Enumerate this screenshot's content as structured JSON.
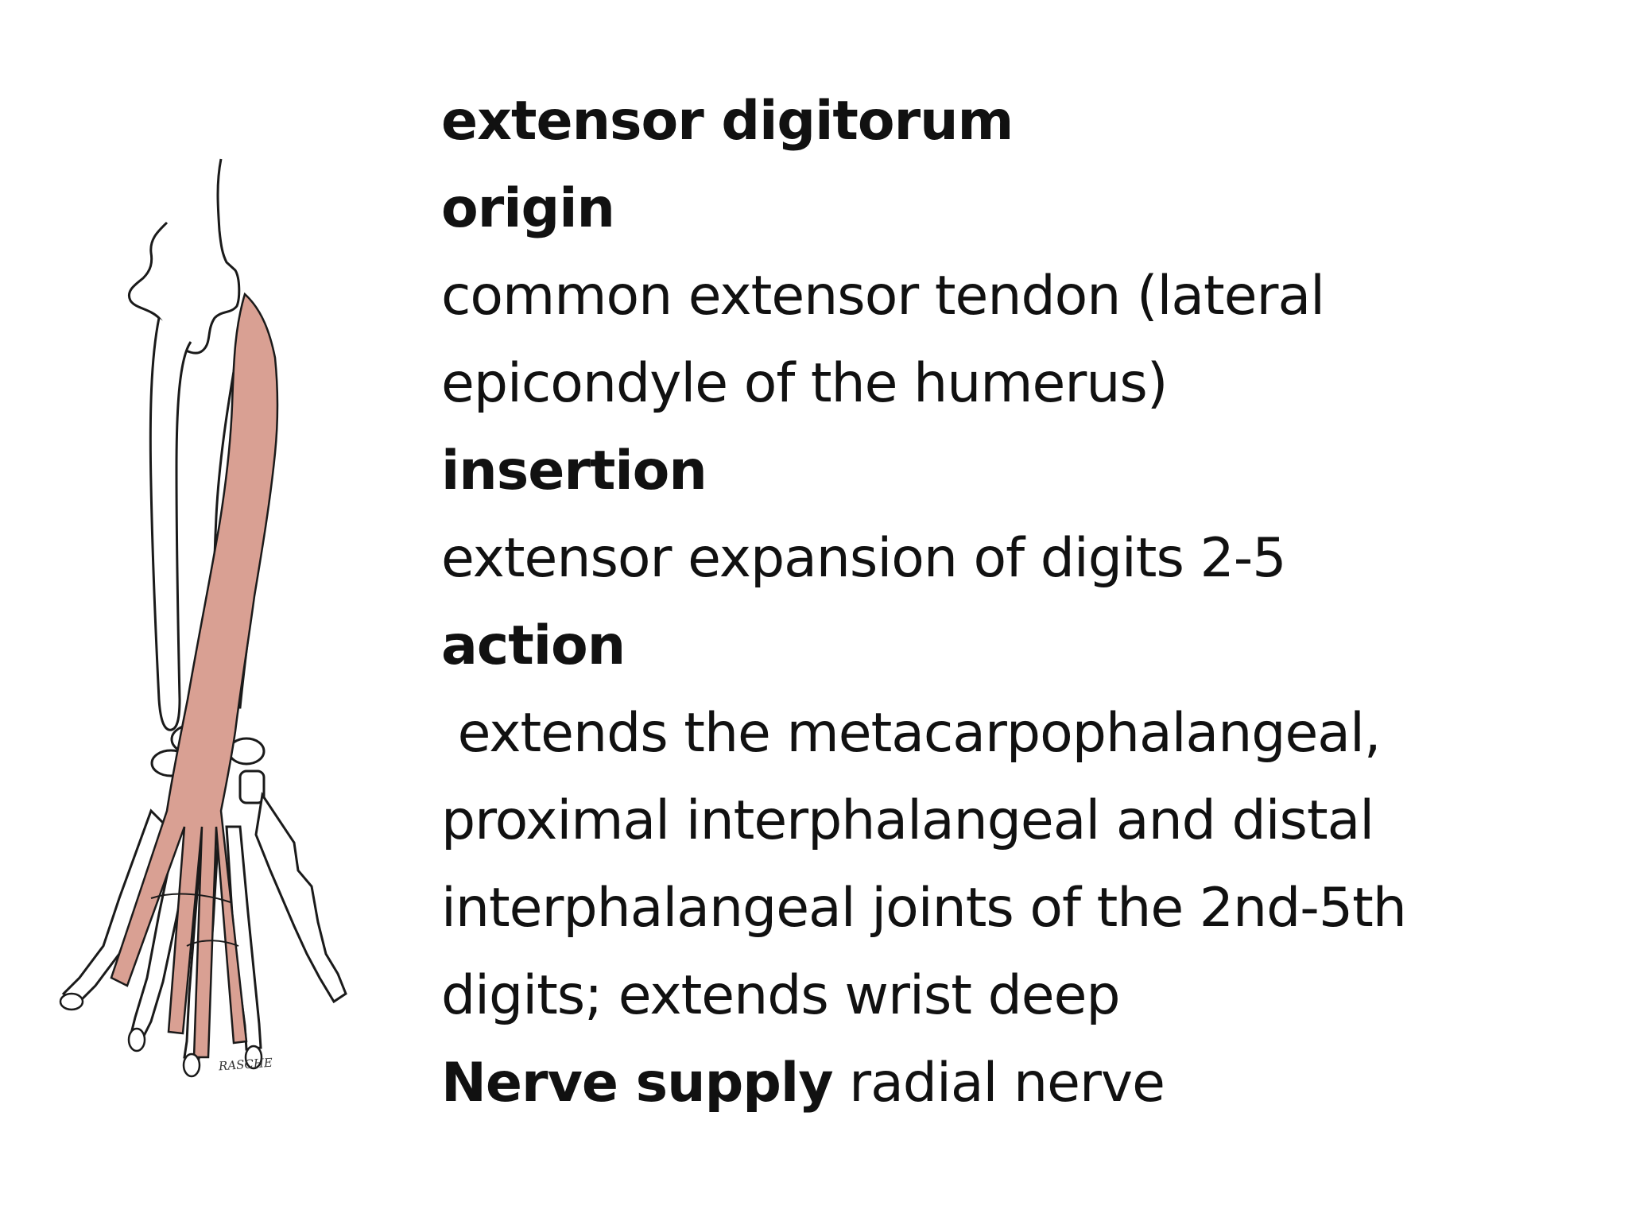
{
  "slide": {
    "title": "extensor digitorum",
    "origin": {
      "heading": "origin",
      "lines": [
        "common extensor tendon (lateral",
        "epicondyle of the humerus)"
      ]
    },
    "insertion": {
      "heading": "insertion",
      "lines": [
        "extensor expansion of digits 2-5"
      ]
    },
    "action": {
      "heading": "action",
      "lines": [
        " extends the metacarpophalangeal,",
        "proximal interphalangeal and distal",
        "interphalangeal joints of the 2nd-5th",
        "digits; extends wrist deep"
      ]
    },
    "nerve": {
      "heading": "Nerve supply",
      "value": " radial nerve"
    }
  },
  "illustration": {
    "signature": "RASCHE",
    "colors": {
      "muscle": "#d9a093",
      "outline": "#1a1a1a",
      "bone": "#ffffff"
    }
  }
}
